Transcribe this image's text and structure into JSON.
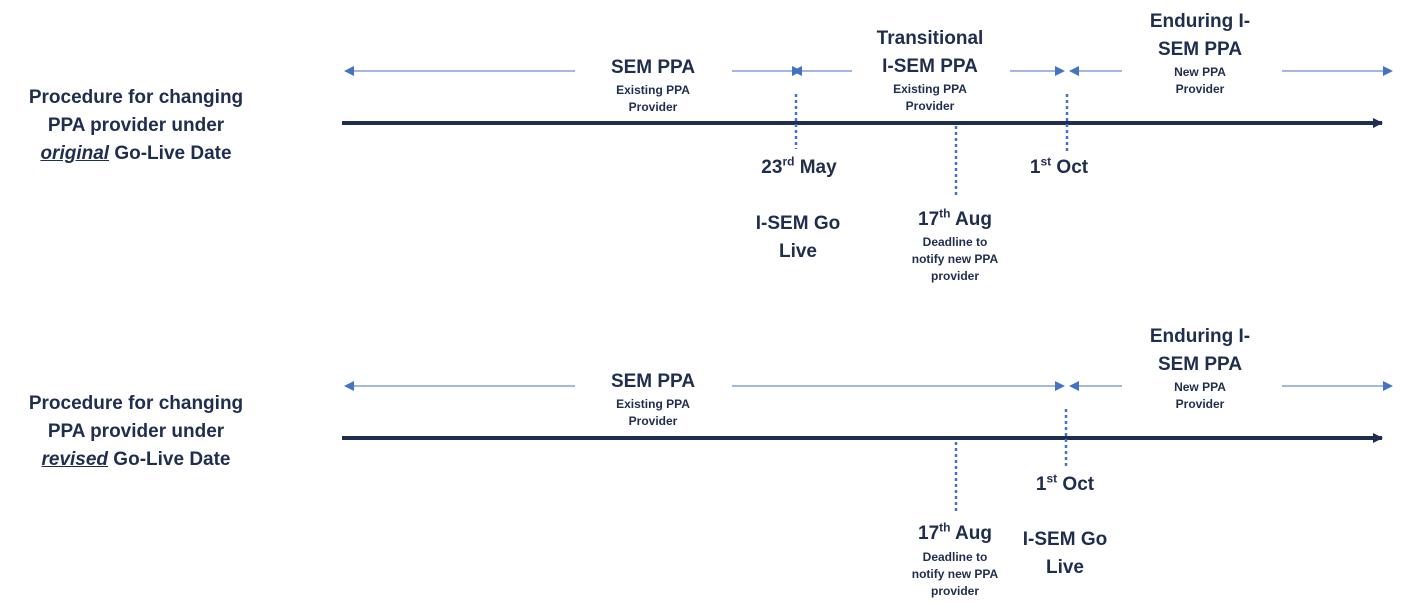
{
  "row1": {
    "title_line1": "Procedure for changing",
    "title_line2": "PPA provider under",
    "title_em": "original",
    "title_rest": " Go-Live Date",
    "periods": [
      {
        "title": "SEM PPA",
        "sub1": "Existing PPA",
        "sub2": "Provider"
      },
      {
        "title1": "Transitional",
        "title2": "I-SEM PPA",
        "sub1": "Existing PPA",
        "sub2": "Provider"
      },
      {
        "title1": "Enduring I-",
        "title2": "SEM PPA",
        "sub1": "New PPA",
        "sub2": "Provider"
      }
    ],
    "dates": {
      "may_day": "23",
      "may_sup": "rd",
      "may_month": " May",
      "go_live_line1": "I-SEM Go",
      "go_live_line2": "Live",
      "aug_day": "17",
      "aug_sup": "th",
      "aug_month": " Aug",
      "deadline_line1": "Deadline to",
      "deadline_line2": "notify new PPA",
      "deadline_line3": "provider",
      "oct_day": "1",
      "oct_sup": "st",
      "oct_month": " Oct"
    }
  },
  "row2": {
    "title_line1": "Procedure for changing",
    "title_line2": "PPA provider under",
    "title_em": "revised",
    "title_rest": " Go-Live Date",
    "periods": [
      {
        "title": "SEM PPA",
        "sub1": "Existing PPA",
        "sub2": "Provider"
      },
      {
        "title1": "Enduring I-",
        "title2": "SEM PPA",
        "sub1": "New PPA",
        "sub2": "Provider"
      }
    ],
    "dates": {
      "aug_day": "17",
      "aug_sup": "th",
      "aug_month": " Aug",
      "deadline_line1": "Deadline to",
      "deadline_line2": "notify new PPA",
      "deadline_line3": "provider",
      "oct_day": "1",
      "oct_sup": "st",
      "oct_month": " Oct",
      "go_live_line1": "I-SEM Go",
      "go_live_line2": "Live"
    }
  },
  "colors": {
    "text": "#1f2d4e",
    "axis": "#1f2d4e",
    "arrow": "#4472c4"
  }
}
